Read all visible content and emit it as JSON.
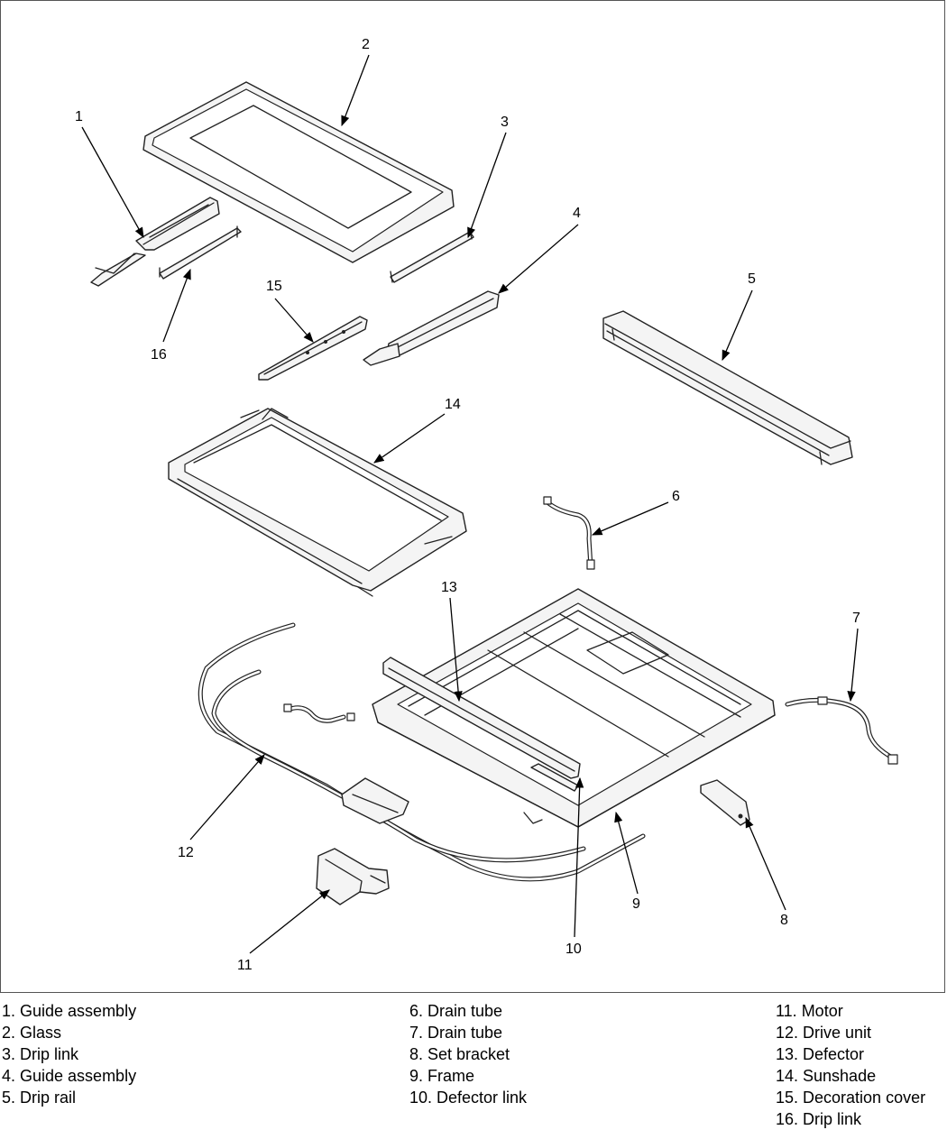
{
  "callouts": [
    "1",
    "2",
    "3",
    "4",
    "5",
    "6",
    "7",
    "8",
    "9",
    "10",
    "11",
    "12",
    "13",
    "14",
    "15",
    "16"
  ],
  "legend": {
    "col1": [
      "1. Guide assembly",
      "2. Glass",
      "3. Drip link",
      "4. Guide assembly",
      "5. Drip rail"
    ],
    "col2": [
      "6. Drain tube",
      "7. Drain tube",
      "8. Set bracket",
      "9. Frame",
      "10. Defector link"
    ],
    "col3": [
      "11. Motor",
      "12. Drive unit",
      "13. Defector",
      "14. Sunshade",
      "15. Decoration cover",
      "16. Drip link"
    ]
  },
  "colors": {
    "line": "#222222",
    "part_fill": "#f4f4f4",
    "frame_border": "#555555"
  }
}
